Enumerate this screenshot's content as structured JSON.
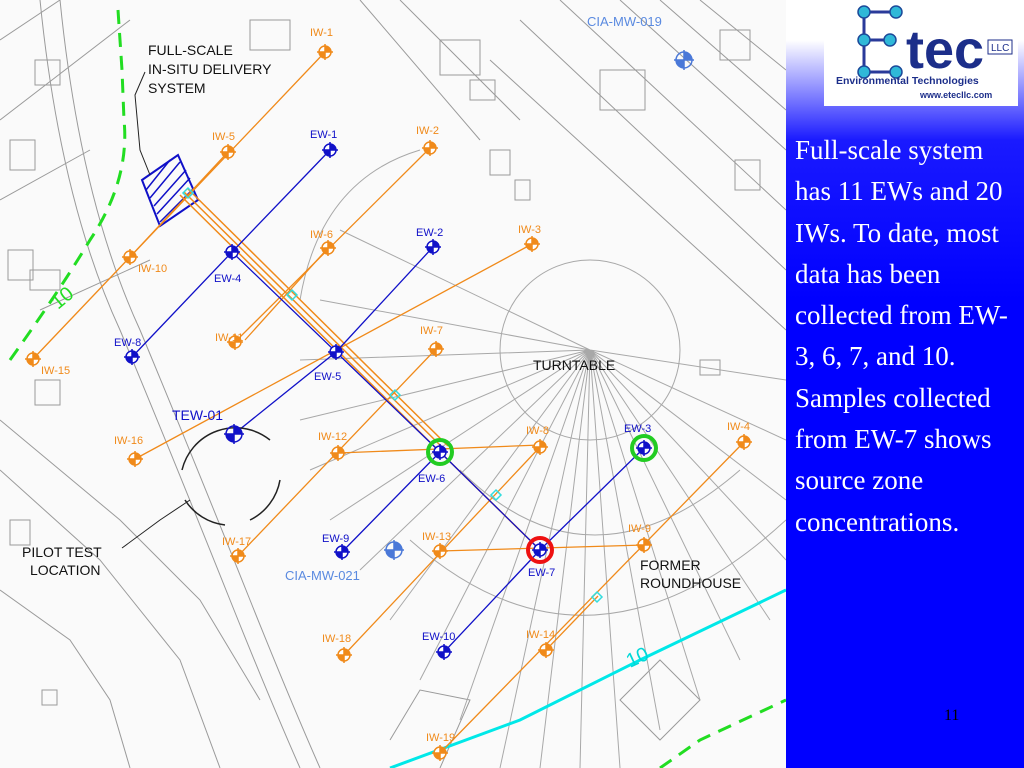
{
  "map": {
    "callouts": {
      "delivery": [
        "FULL-SCALE",
        "IN-SITU DELIVERY",
        "SYSTEM"
      ],
      "pilot": [
        "PILOT TEST",
        "LOCATION"
      ],
      "turntable": "TURNTABLE",
      "roundhouse": [
        "FORMER",
        "ROUNDHOUSE"
      ]
    },
    "contours": {
      "green_10": "10",
      "cyan_10": "10"
    },
    "monitoring_wells": [
      {
        "id": "CIA-MW-019"
      },
      {
        "id": "CIA-MW-021"
      },
      {
        "id": "TEW-01"
      }
    ],
    "extraction_wells": [
      "EW-1",
      "EW-2",
      "EW-3",
      "EW-4",
      "EW-5",
      "EW-6",
      "EW-7",
      "EW-8",
      "EW-9",
      "EW-10"
    ],
    "injection_wells": [
      "IW-1",
      "IW-2",
      "IW-3",
      "IW-4",
      "IW-5",
      "IW-6",
      "IW-7",
      "IW-8",
      "IW-9",
      "IW-10",
      "IW-11",
      "IW-12",
      "IW-13",
      "IW-14",
      "IW-15",
      "IW-16",
      "IW-17",
      "IW-18",
      "IW-19"
    ],
    "highlighted_wells": {
      "green": [
        "EW-3",
        "EW-6"
      ],
      "red": [
        "EW-7"
      ]
    },
    "colors": {
      "extraction": "#1010c8",
      "injection": "#f08a1a",
      "monitoring": "#4a78d8",
      "green_contour": "#22dd22",
      "cyan_contour": "#00e8e8",
      "highlight_green": "#22cc22",
      "highlight_red": "#ee1111"
    }
  },
  "logo": {
    "letter": "E",
    "wordmark": "tec",
    "suffix": "LLC",
    "company": "Environmental Technologies",
    "url": "www.etecllc.com"
  },
  "slide": {
    "body": "Full-scale system has 11 EWs and 20 IWs.  To date, most data has been collected from EW-3, 6, 7, and 10.  Samples collected from EW-7 shows source zone concentrations.",
    "number": "11"
  }
}
